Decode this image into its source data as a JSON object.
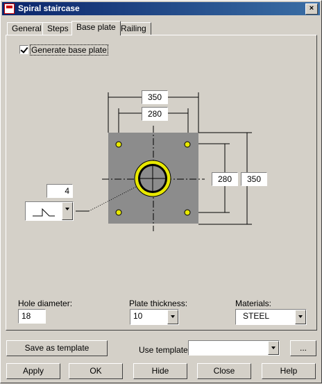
{
  "window": {
    "title": "Spiral staircase",
    "close_label": "×"
  },
  "tabs": [
    {
      "label": "General"
    },
    {
      "label": "Steps"
    },
    {
      "label": "Base plate"
    },
    {
      "label": "Railing"
    }
  ],
  "base_plate": {
    "generate_label": "Generate base plate",
    "generate_checked": true,
    "dims": {
      "top_outer": "350",
      "top_inner": "280",
      "right_inner": "280",
      "right_outer": "350",
      "weld_size": "4"
    },
    "hole_diameter": {
      "label": "Hole diameter:",
      "value": "18"
    },
    "plate_thickness": {
      "label": "Plate thickness:",
      "value": "10"
    },
    "materials": {
      "label": "Materials:",
      "value": "STEEL"
    }
  },
  "footer": {
    "save_template": "Save as template",
    "use_template_label": "Use template:",
    "use_template_value": "",
    "browse": "...",
    "apply": "Apply",
    "ok": "OK",
    "hide": "Hide",
    "close": "Close",
    "help": "Help"
  },
  "colors": {
    "plate": "#8c8c8c",
    "hole": "#e8e800",
    "title_start": "#0a246a",
    "title_end": "#3a6ea5"
  },
  "icons": {
    "app": "staircase-app-icon",
    "weld": "fillet-weld-icon",
    "dropdown": "chevron-down-icon"
  }
}
